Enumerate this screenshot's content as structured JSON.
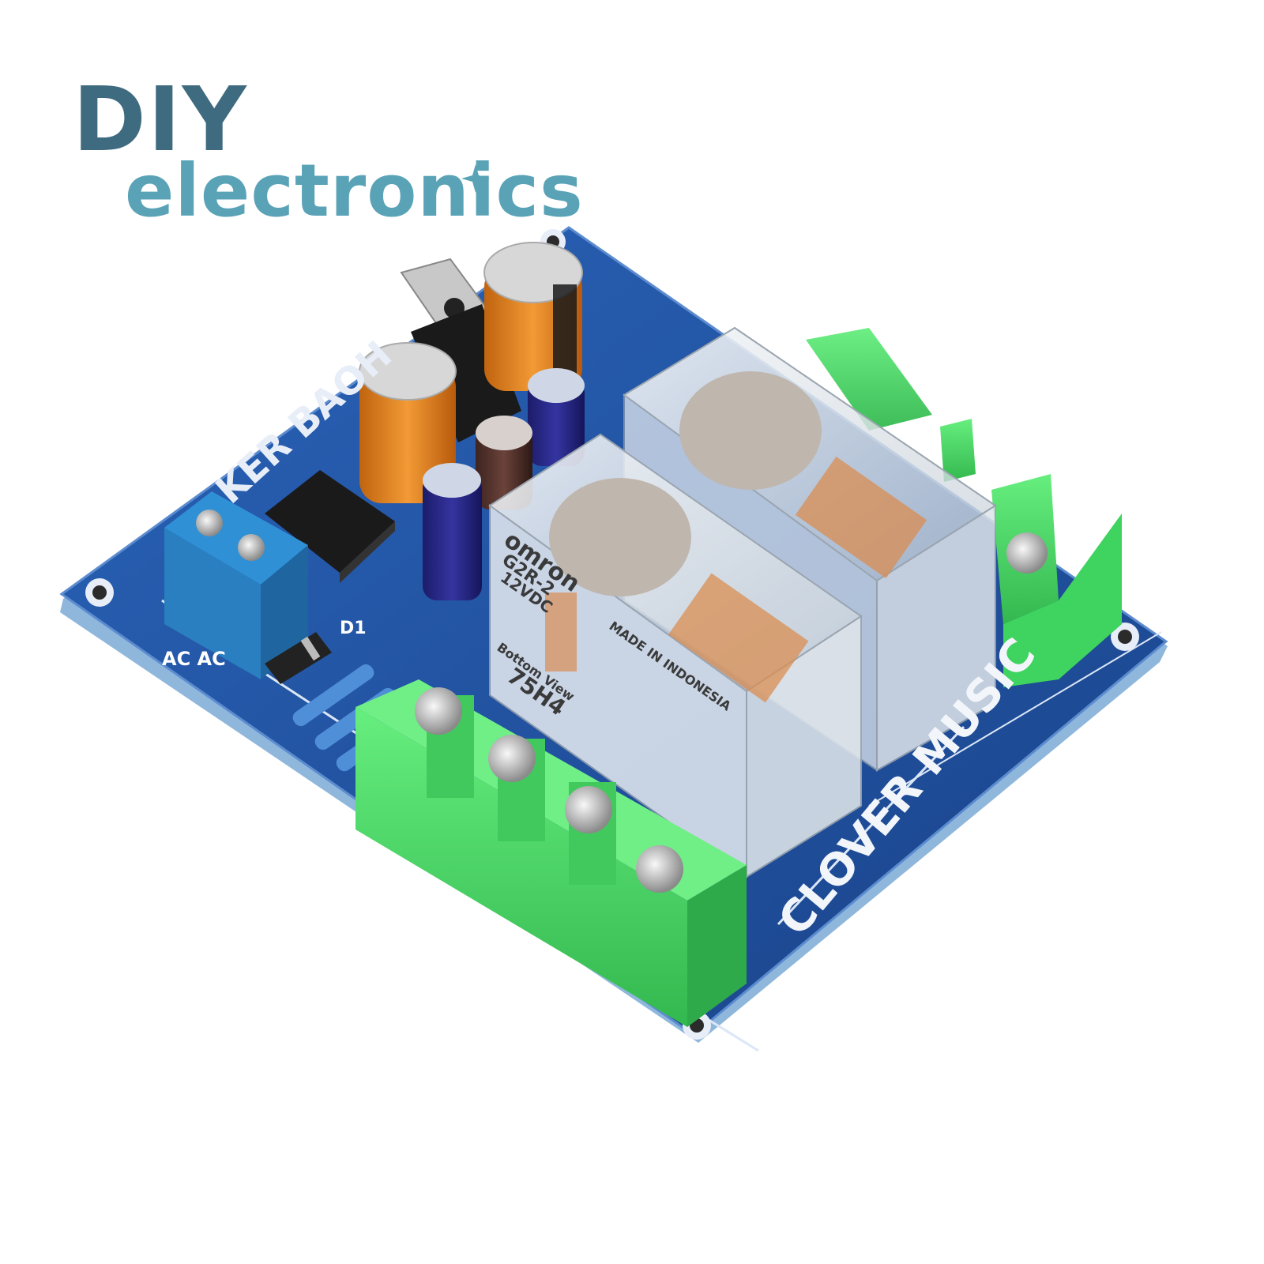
{
  "logo": {
    "line1": "DIY",
    "line2": "electronics"
  },
  "board": {
    "brand_text": "CLOVER MUSIC",
    "side_text": "KER BAOH",
    "terminal_label": "AC AC",
    "diode_label": "D1"
  },
  "relay": {
    "brand": "omron",
    "model": "G2R-2",
    "coil": "12VDC",
    "origin": "MADE IN INDONESIA",
    "bottom_view": "Bottom View",
    "code": "75H4"
  },
  "colors": {
    "logo_dark": "#3f6b80",
    "logo_light": "#5aa3b7",
    "pcb_blue": "#1f4e9c",
    "terminal_green": "#4cd96a",
    "capacitor_orange": "#e8861e"
  }
}
